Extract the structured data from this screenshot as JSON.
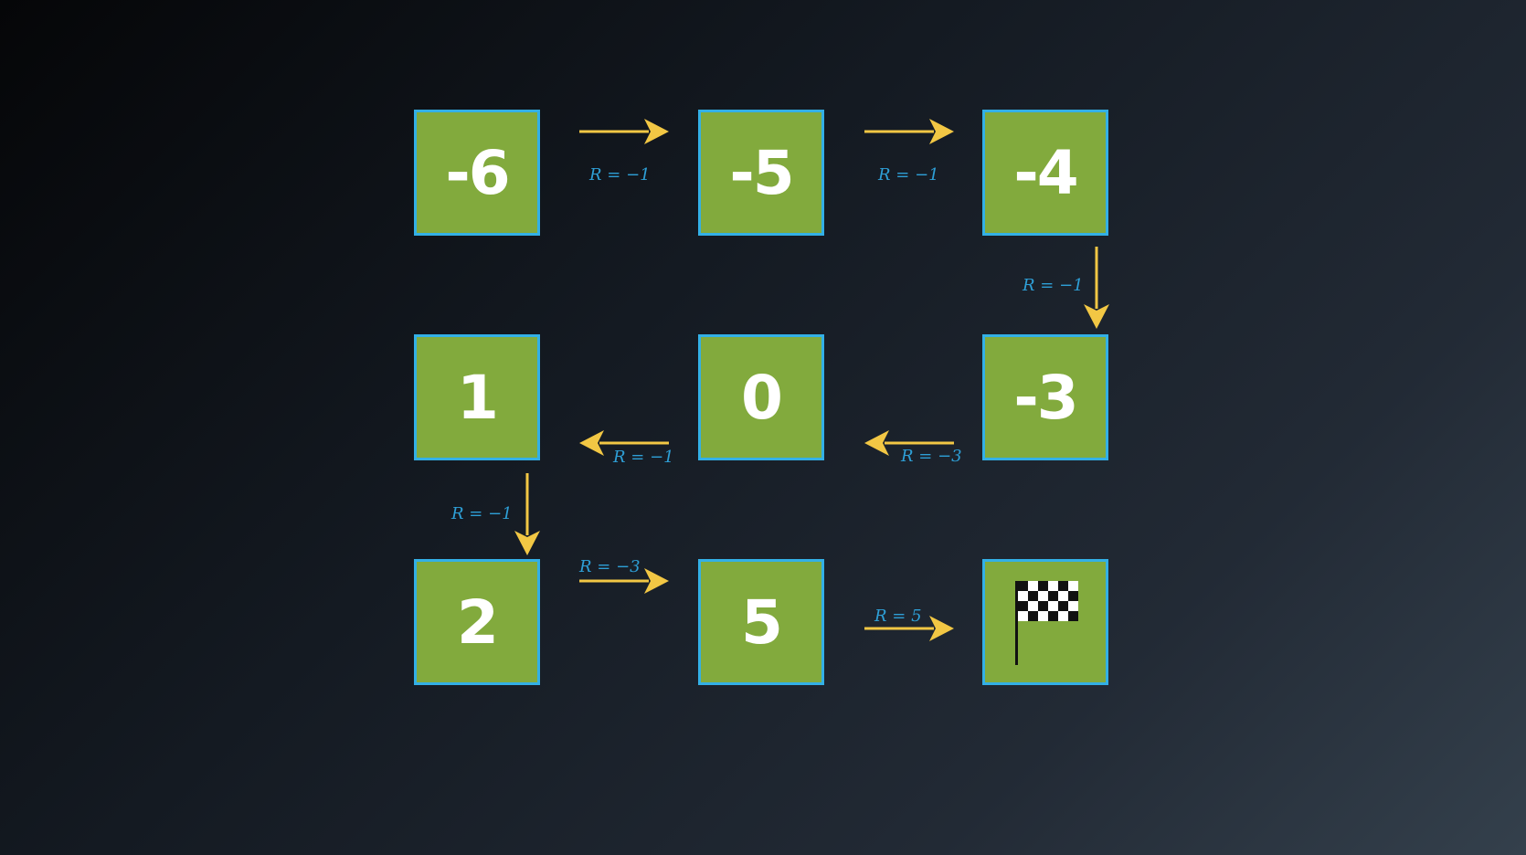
{
  "grid": {
    "cells": [
      {
        "id": "c00",
        "value": "-6"
      },
      {
        "id": "c01",
        "value": "-5"
      },
      {
        "id": "c02",
        "value": "-4"
      },
      {
        "id": "c10",
        "value": "1"
      },
      {
        "id": "c11",
        "value": "0"
      },
      {
        "id": "c12",
        "value": "-3"
      },
      {
        "id": "c20",
        "value": "2"
      },
      {
        "id": "c21",
        "value": "5"
      },
      {
        "id": "c22",
        "value": "",
        "icon": "checkered-flag-icon"
      }
    ]
  },
  "transitions": [
    {
      "from": "-6",
      "to": "-5",
      "label": "R = −1"
    },
    {
      "from": "-5",
      "to": "-4",
      "label": "R = −1"
    },
    {
      "from": "-4",
      "to": "-3",
      "label": "R = −1"
    },
    {
      "from": "-3",
      "to": "0",
      "label": "R = −3"
    },
    {
      "from": "0",
      "to": "1",
      "label": "R = −1"
    },
    {
      "from": "1",
      "to": "2",
      "label": "R = −1"
    },
    {
      "from": "2",
      "to": "5",
      "label": "R = −3"
    },
    {
      "from": "5",
      "to": "goal",
      "label": "R = 5"
    }
  ],
  "colors": {
    "cell_fill": "#82aa3d",
    "cell_border": "#33b0e6",
    "arrow": "#f2c744",
    "reward_text": "#2e9fd6"
  }
}
